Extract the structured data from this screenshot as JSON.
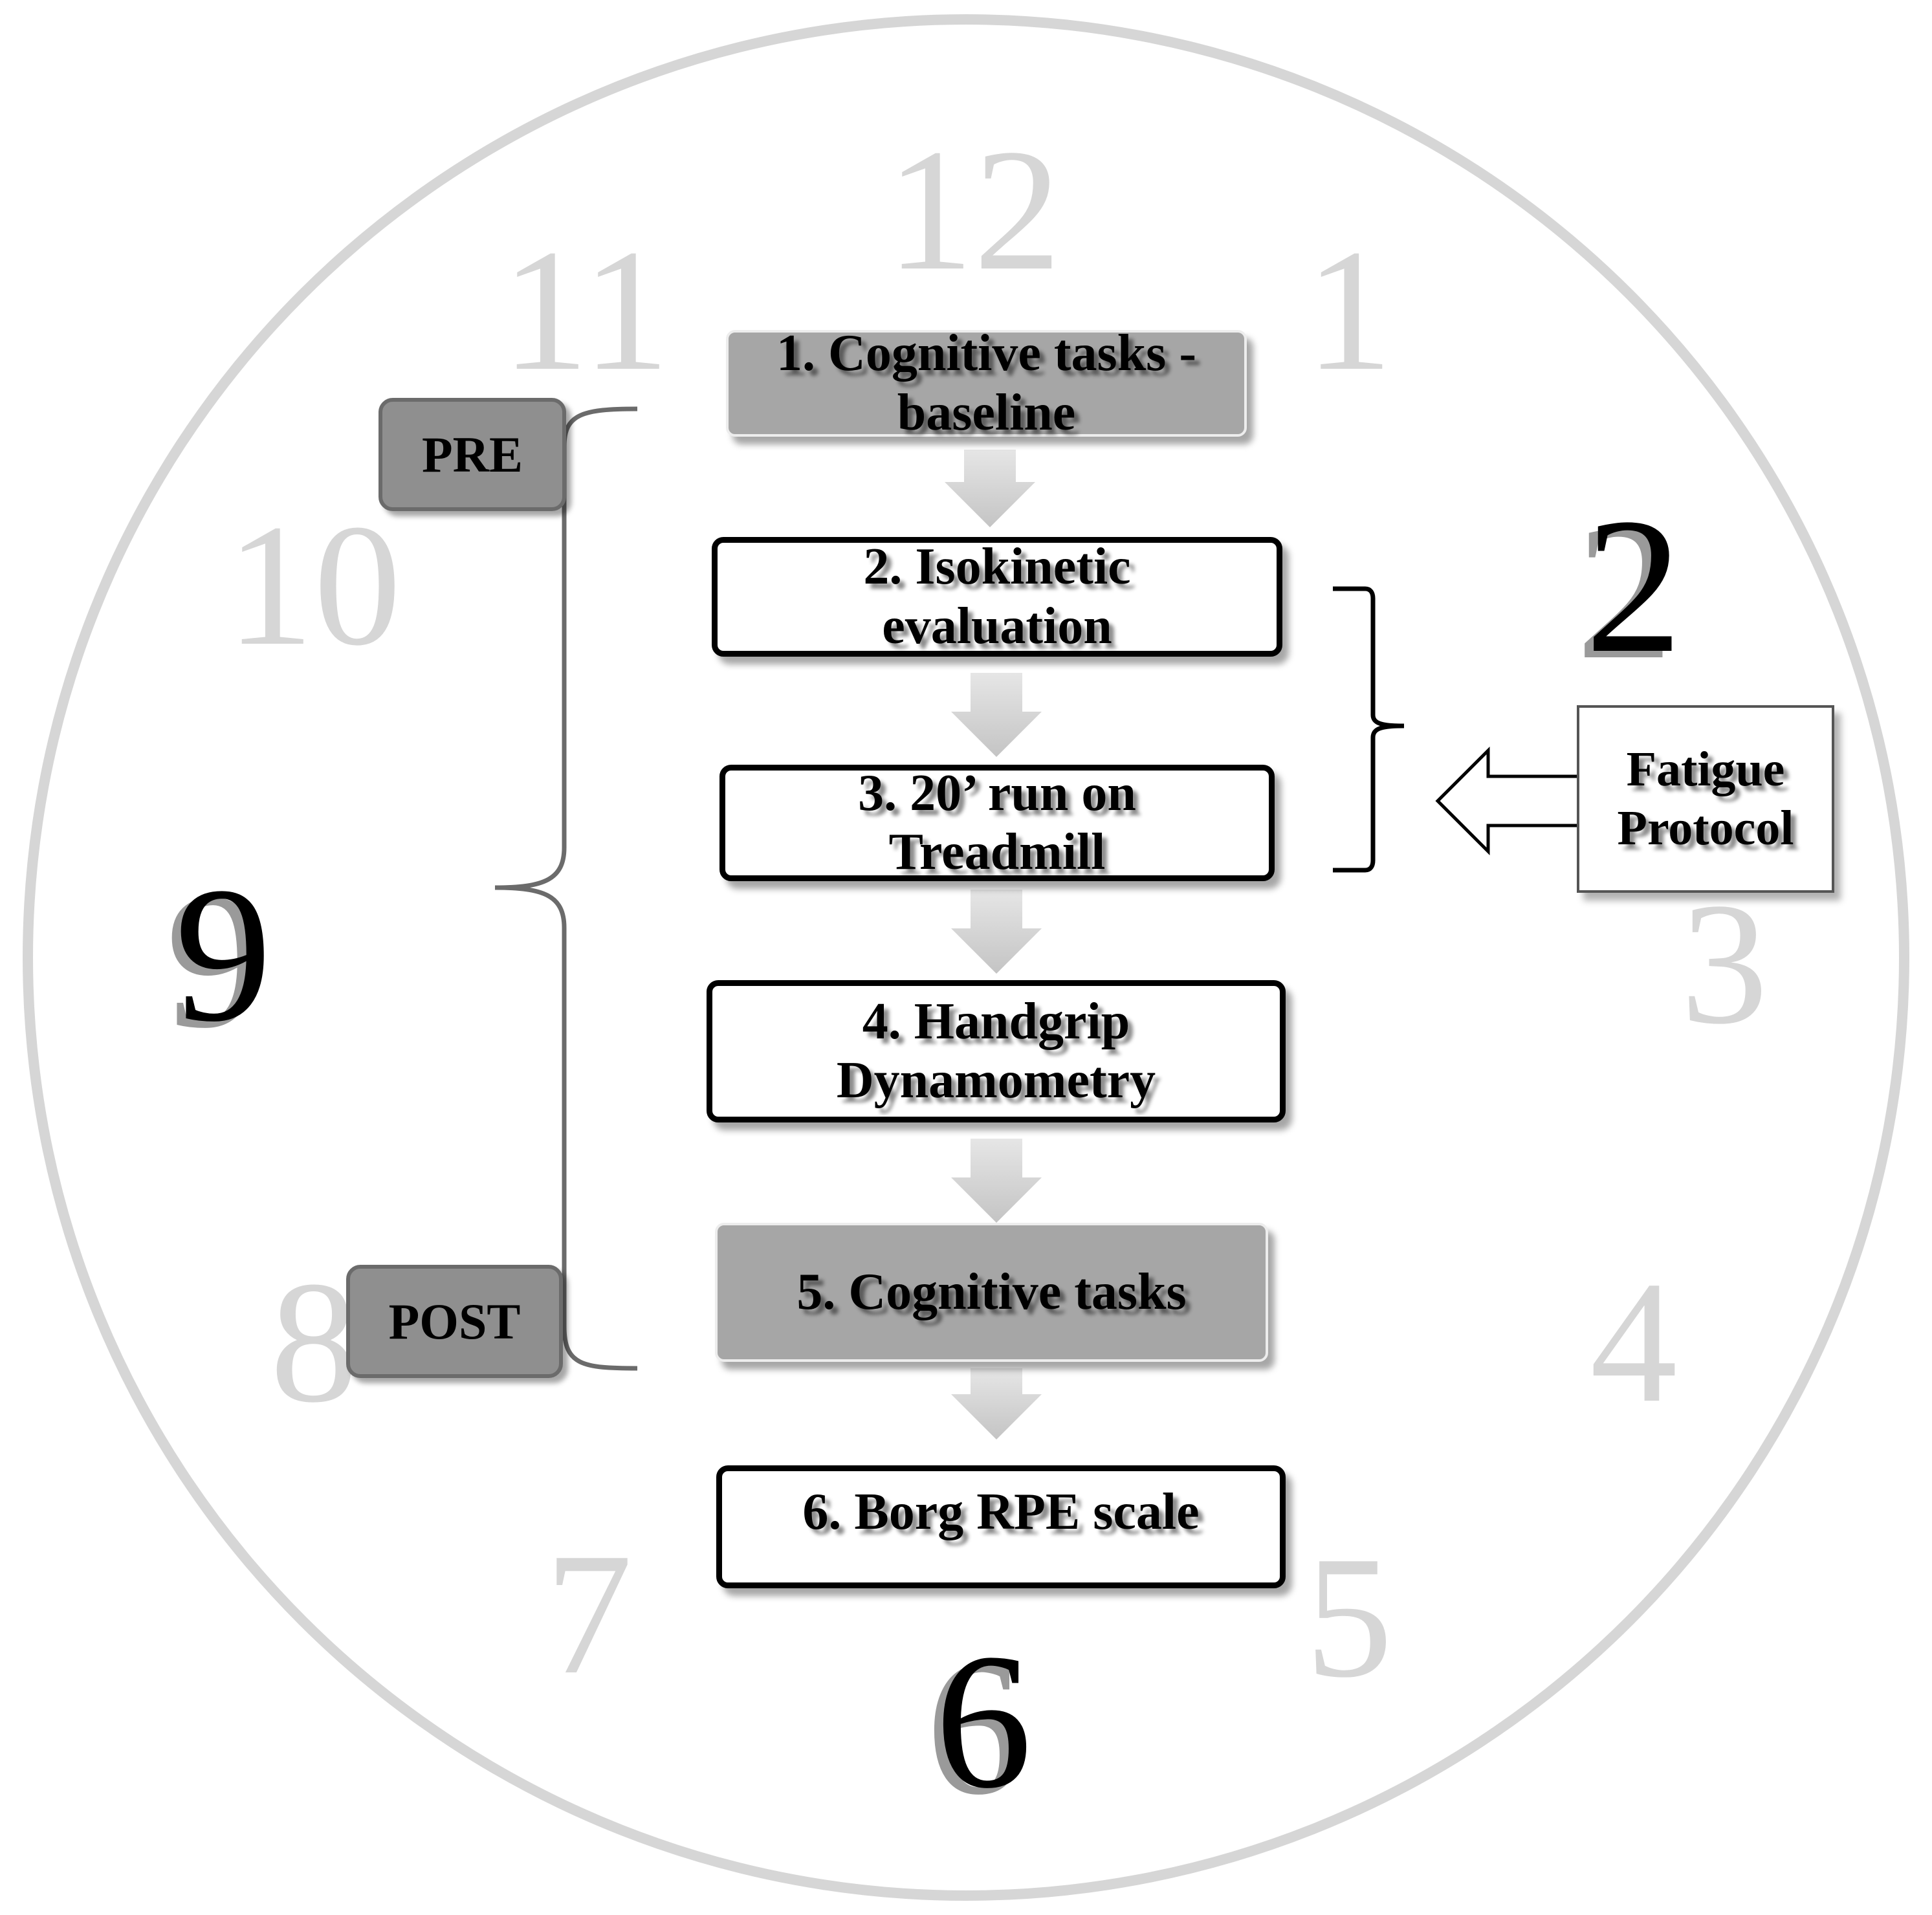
{
  "clock": {
    "numerals": {
      "n12": "12",
      "n1": "1",
      "n2": "2",
      "n3": "3",
      "n4": "4",
      "n5": "5",
      "n6": "6",
      "n7": "7",
      "n8": "8",
      "n9": "9",
      "n10": "10",
      "n11": "11"
    }
  },
  "steps": {
    "s1": {
      "line1": "1. Cognitive tasks -",
      "line2": "baseline"
    },
    "s2": {
      "line1": "2. Isokinetic",
      "line2": "evaluation"
    },
    "s3": {
      "line1": "3. 20’ run on",
      "line2": "Treadmill"
    },
    "s4": {
      "line1": "4. Handgrip",
      "line2": "Dynamometry"
    },
    "s5": {
      "line1": "5. Cognitive tasks"
    },
    "s6": {
      "line1": "6. Borg RPE scale"
    }
  },
  "labels": {
    "pre": "PRE",
    "post": "POST",
    "fatigue_line1": "Fatigue",
    "fatigue_line2": "Protocol"
  },
  "colors": {
    "clock_ring": "#d6d6d6",
    "light_numeral": "#d6d6d6",
    "gray_box": "#a6a6a6",
    "tag_box": "#8f8f8f",
    "arrow": "#cfcfcf"
  }
}
